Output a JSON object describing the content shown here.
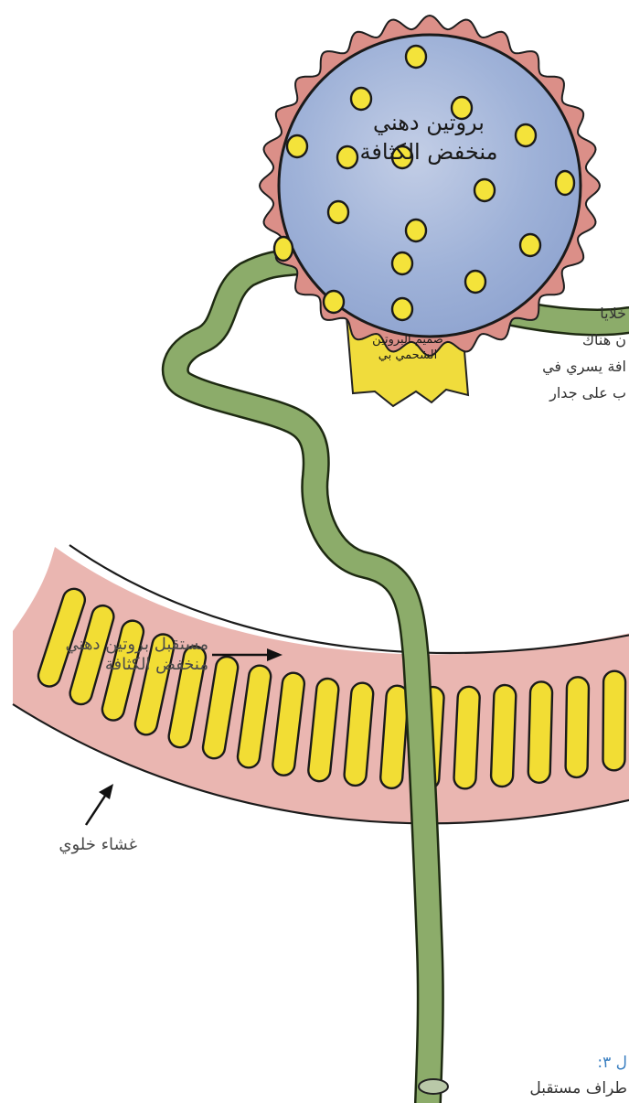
{
  "particle": {
    "title_line1": "بروتين دهني",
    "title_line2": "منخفض الكثافة"
  },
  "apob": {
    "line1": "صميم البروتين",
    "line2": "الشحمي بي"
  },
  "receptor_label": {
    "line1": "مستقبل بروتين دهني",
    "line2": "منخفض الكثافة"
  },
  "membrane_label": "غشاء خلوي",
  "side_text": {
    "line1": "خلايا",
    "line2": "ن هناك",
    "line3": "افة يسري في",
    "line4": "ب على جدار"
  },
  "caption": {
    "figure": "ل ٣:",
    "text": "طراف مستقبل"
  },
  "colors": {
    "core": "#9ab0d6",
    "shell": "#dc8f8a",
    "dots": "#f2e23a",
    "receptor": "#86a865",
    "membrane": "#e5a8a2",
    "caption_blue": "#3a7fc1"
  }
}
